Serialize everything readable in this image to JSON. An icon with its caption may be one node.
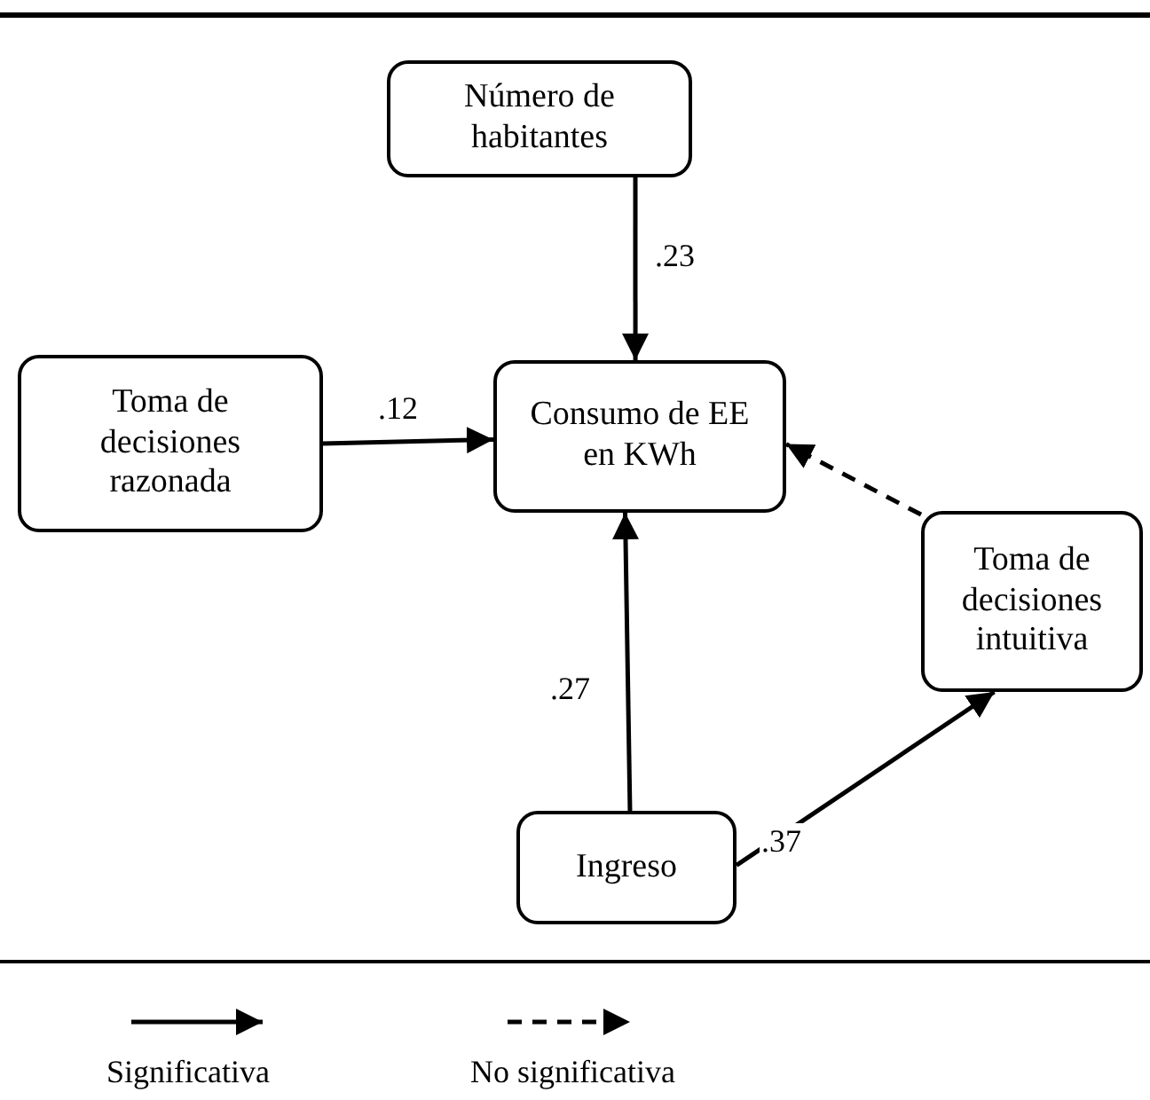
{
  "diagram": {
    "nodes": [
      {
        "text": [
          "Número de habitantes"
        ]
      },
      {
        "text": [
          "Toma de decisiones razonada"
        ]
      },
      {
        "text": [
          "Consumo de EE en KWh"
        ]
      },
      {
        "text": [
          "Toma de decisiones intuitiva"
        ]
      },
      {
        "text": [
          "Ingreso"
        ]
      }
    ],
    "edges": [
      {
        "from": 0,
        "to": 2,
        "arrow": "to",
        "label": ".23"
      },
      {
        "from": 1,
        "to": 2,
        "arrow": "to",
        "label": ".12"
      },
      {
        "from": 3,
        "to": 2,
        "arrow": "to",
        "style": "dashed"
      },
      {
        "from": 4,
        "to": 2,
        "arrow": "to",
        "label": ".27"
      },
      {
        "from": 4,
        "to": 3,
        "arrow": "to",
        "label": ".37"
      }
    ],
    "legend": [
      {
        "text": "Significativa"
      },
      {
        "text": "No significativa"
      }
    ]
  }
}
